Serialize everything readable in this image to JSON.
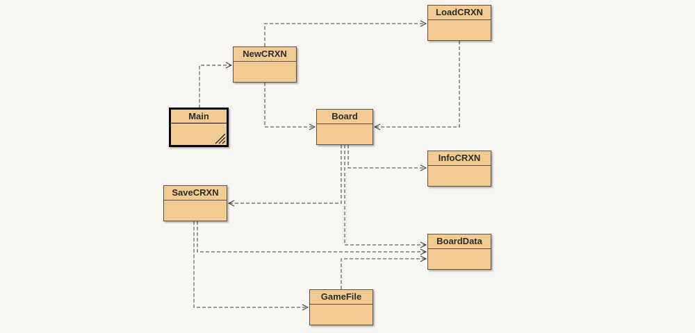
{
  "diagram": {
    "classes": [
      {
        "id": "main",
        "name": "Main"
      },
      {
        "id": "newcrxn",
        "name": "NewCRXN"
      },
      {
        "id": "loadcrxn",
        "name": "LoadCRXN"
      },
      {
        "id": "board",
        "name": "Board"
      },
      {
        "id": "infocrxn",
        "name": "InfoCRXN"
      },
      {
        "id": "savecrxn",
        "name": "SaveCRXN"
      },
      {
        "id": "boarddata",
        "name": "BoardData"
      },
      {
        "id": "gamefile",
        "name": "GameFile"
      }
    ],
    "dependencies": [
      {
        "from": "Main",
        "to": "NewCRXN"
      },
      {
        "from": "NewCRXN",
        "to": "LoadCRXN"
      },
      {
        "from": "NewCRXN",
        "to": "Board"
      },
      {
        "from": "LoadCRXN",
        "to": "Board"
      },
      {
        "from": "Board",
        "to": "InfoCRXN"
      },
      {
        "from": "Board",
        "to": "SaveCRXN"
      },
      {
        "from": "Board",
        "to": "BoardData"
      },
      {
        "from": "SaveCRXN",
        "to": "BoardData"
      },
      {
        "from": "SaveCRXN",
        "to": "GameFile"
      },
      {
        "from": "GameFile",
        "to": "BoardData"
      }
    ],
    "colors": {
      "class_fill": "#f2cb92",
      "class_border": "#5a5146",
      "edge": "#3a3a3a",
      "background": "#f8f6f1"
    }
  }
}
